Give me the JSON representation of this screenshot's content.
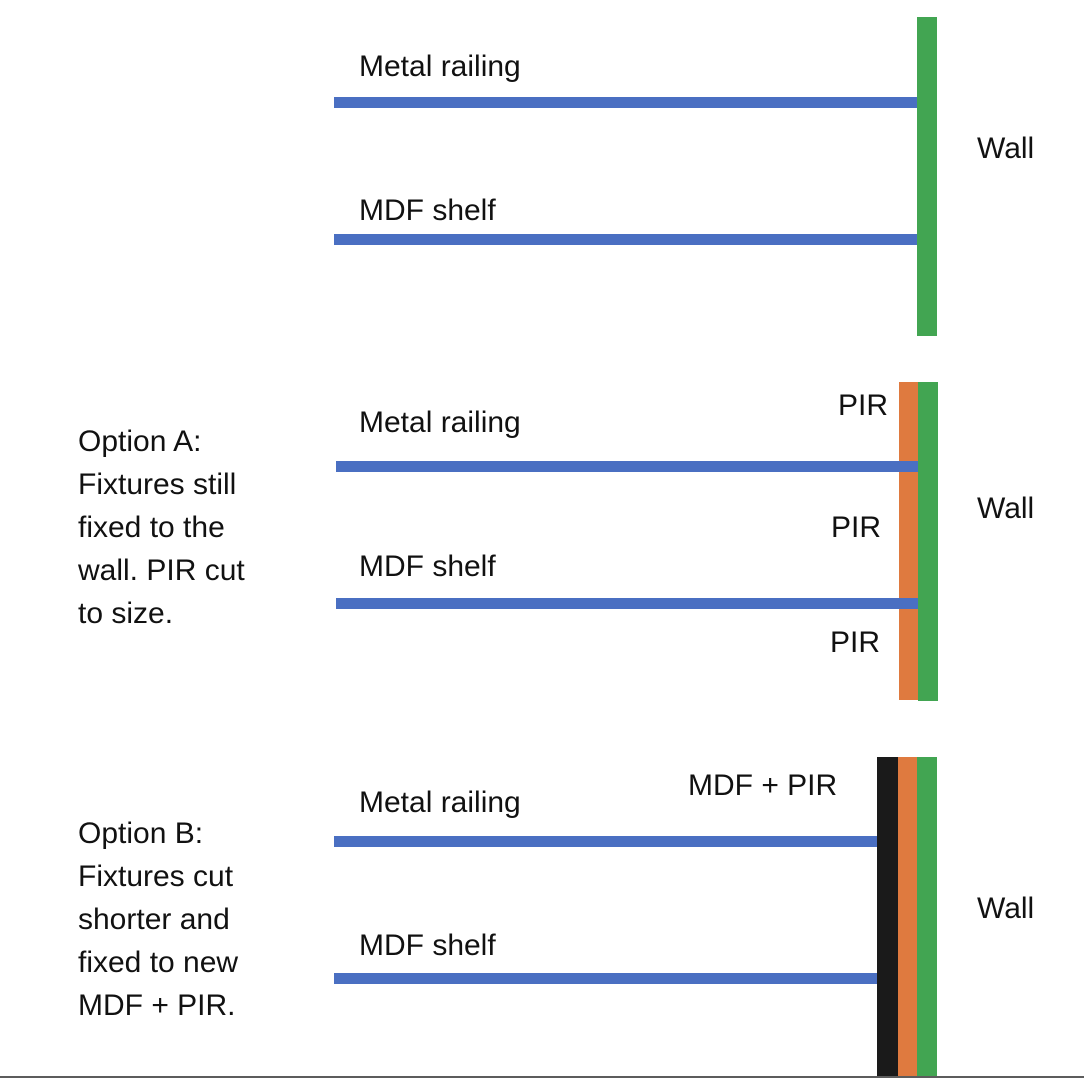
{
  "colors": {
    "fixture": "#4a6fc2",
    "wall": "#42a552",
    "pir": "#df7a3f",
    "mdf": "#1a1a1a",
    "background": "#ffffff"
  },
  "panel_current": {
    "railing_label": "Metal railing",
    "shelf_label": "MDF shelf",
    "wall_label": "Wall"
  },
  "panel_option_a": {
    "description": "Option A:\nFixtures still\nfixed to the\nwall. PIR cut\nto size.",
    "railing_label": "Metal railing",
    "shelf_label": "MDF shelf",
    "pir_top_label": "PIR",
    "pir_middle_label": "PIR",
    "pir_bottom_label": "PIR",
    "wall_label": "Wall"
  },
  "panel_option_b": {
    "description": "Option B:\nFixtures cut\nshorter and\nfixed to new\nMDF + PIR.",
    "railing_label": "Metal railing",
    "shelf_label": "MDF shelf",
    "mdf_pir_label": "MDF + PIR",
    "wall_label": "Wall"
  }
}
